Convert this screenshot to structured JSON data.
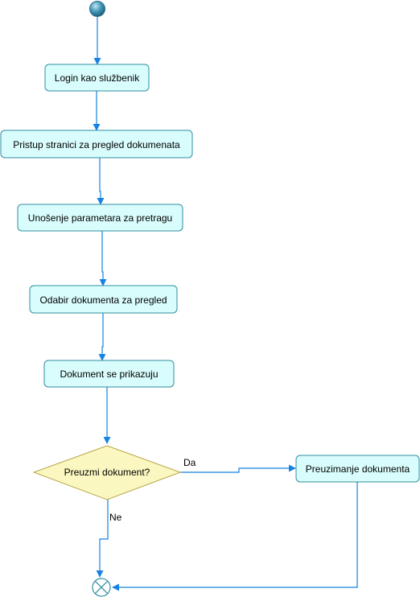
{
  "diagram": {
    "activities": {
      "login": "Login kao službenik",
      "pristup": "Pristup stranici za pregled dokumenata",
      "unosenje": "Unošenje parametara za pretragu",
      "odabir": "Odabir dokumenta za pregled",
      "prikaz": "Dokument se prikazuju",
      "preuzimanje": "Preuzimanje dokumenta"
    },
    "decision": {
      "label": "Preuzmi dokument?",
      "yes": "Da",
      "no": "Ne"
    }
  },
  "colors": {
    "activity_fill": "#d9fcfc",
    "activity_stroke": "#2f8f9f",
    "decision_fill": "#fbf7c0",
    "decision_stroke": "#b8a64a",
    "edge": "#1582e4",
    "start_node": "#3f95b5"
  }
}
